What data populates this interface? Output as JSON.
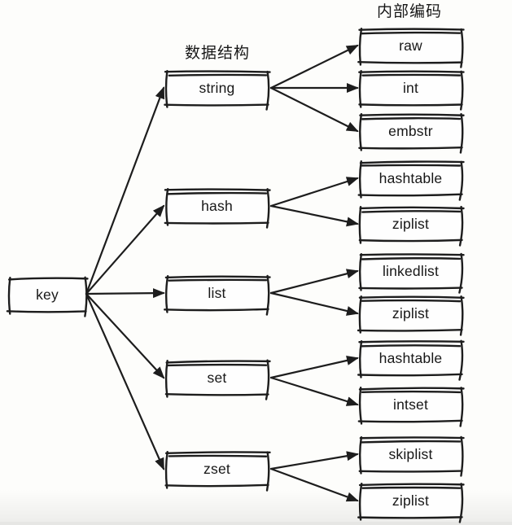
{
  "diagram": {
    "headers": [
      {
        "id": "data-structure",
        "label": "数据结构"
      },
      {
        "id": "internal-encoding",
        "label": "内部编码"
      }
    ],
    "root": {
      "id": "key",
      "label": "key"
    },
    "structures": [
      {
        "id": "string",
        "label": "string",
        "encodings": [
          "raw",
          "int",
          "embstr"
        ]
      },
      {
        "id": "hash",
        "label": "hash",
        "encodings": [
          "hashtable",
          "ziplist"
        ]
      },
      {
        "id": "list",
        "label": "list",
        "encodings": [
          "linkedlist",
          "ziplist"
        ]
      },
      {
        "id": "set",
        "label": "set",
        "encodings": [
          "hashtable",
          "intset"
        ]
      },
      {
        "id": "zset",
        "label": "zset",
        "encodings": [
          "skiplist",
          "ziplist"
        ]
      }
    ],
    "colors": {
      "ink": "#1d1d1d",
      "box_fill": "#fefefe",
      "background": "#fdfdfb",
      "footer_band": "#e6e6e4"
    }
  }
}
